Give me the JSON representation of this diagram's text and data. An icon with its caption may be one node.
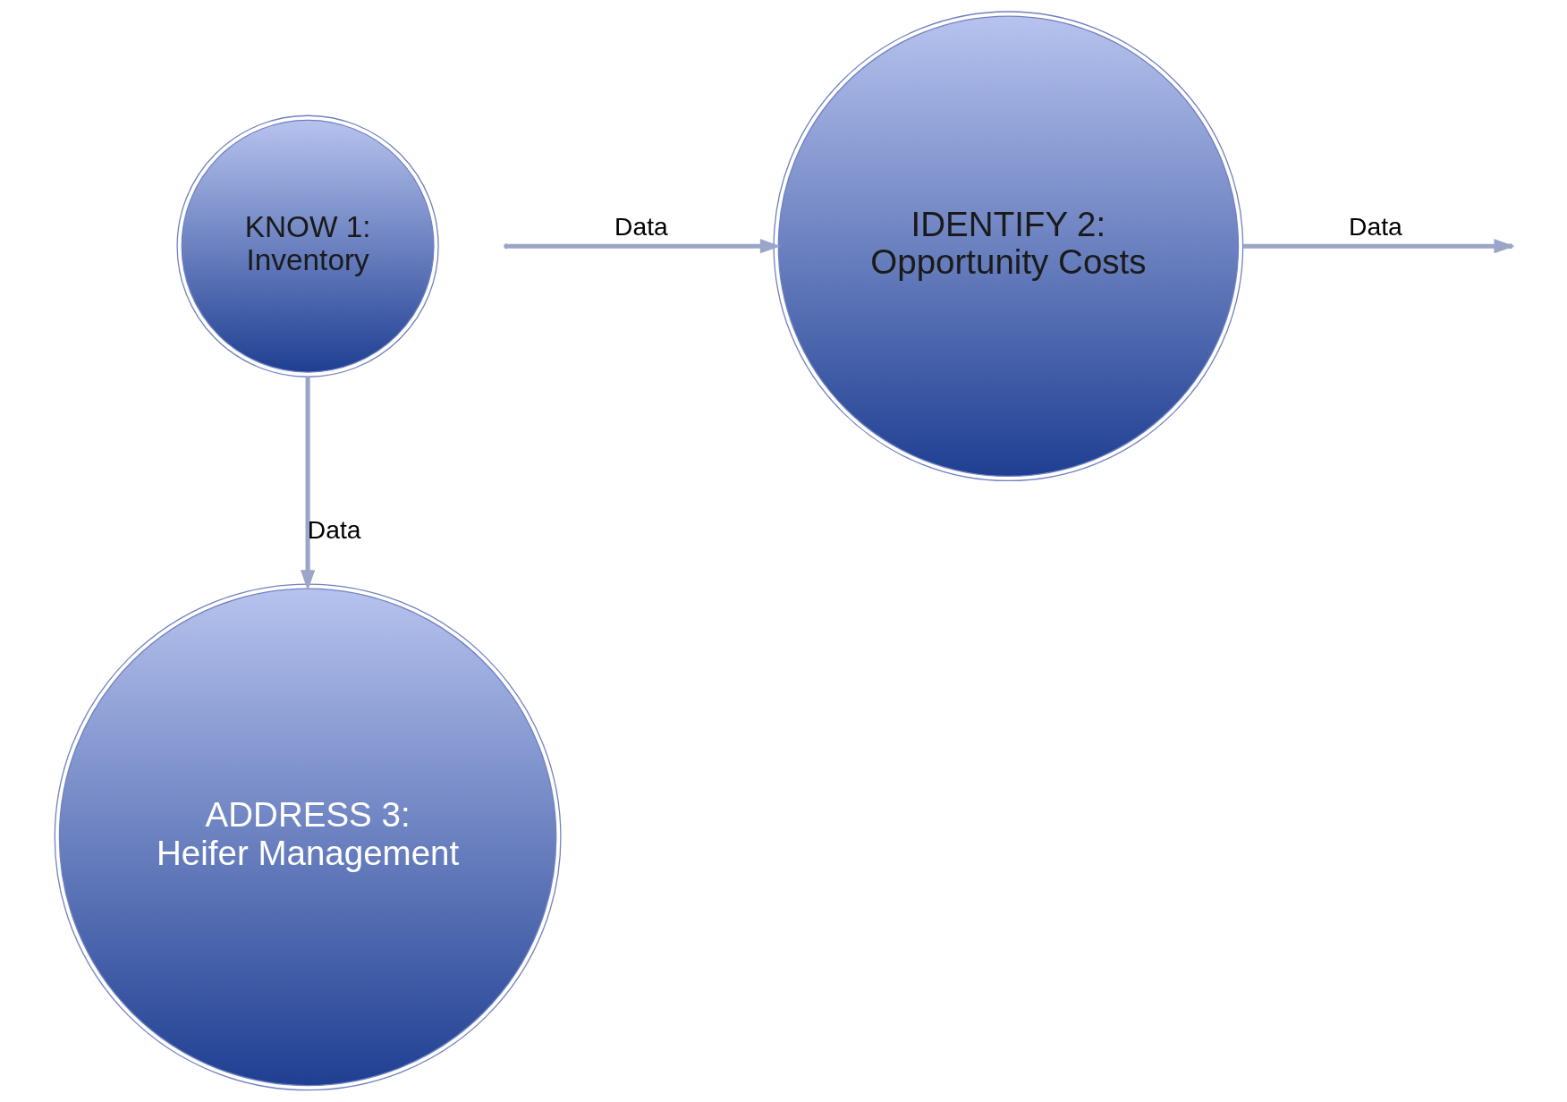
{
  "diagram": {
    "nodes": [
      {
        "text": [
          "KNOW 1:",
          "Inventory"
        ]
      },
      {
        "text": [
          "IDENTIFY 2:",
          "Opportunity Costs"
        ]
      },
      {
        "text": [
          "ADDRESS 3:",
          "Heifer Management"
        ]
      }
    ],
    "edges": [
      {
        "from": null,
        "to": 1,
        "arrow": "to",
        "label": "Data"
      },
      {
        "from": 1,
        "to": null,
        "arrow": "to",
        "label": "Data"
      },
      {
        "from": 0,
        "to": 2,
        "arrow": "to",
        "label": "Data"
      }
    ]
  }
}
